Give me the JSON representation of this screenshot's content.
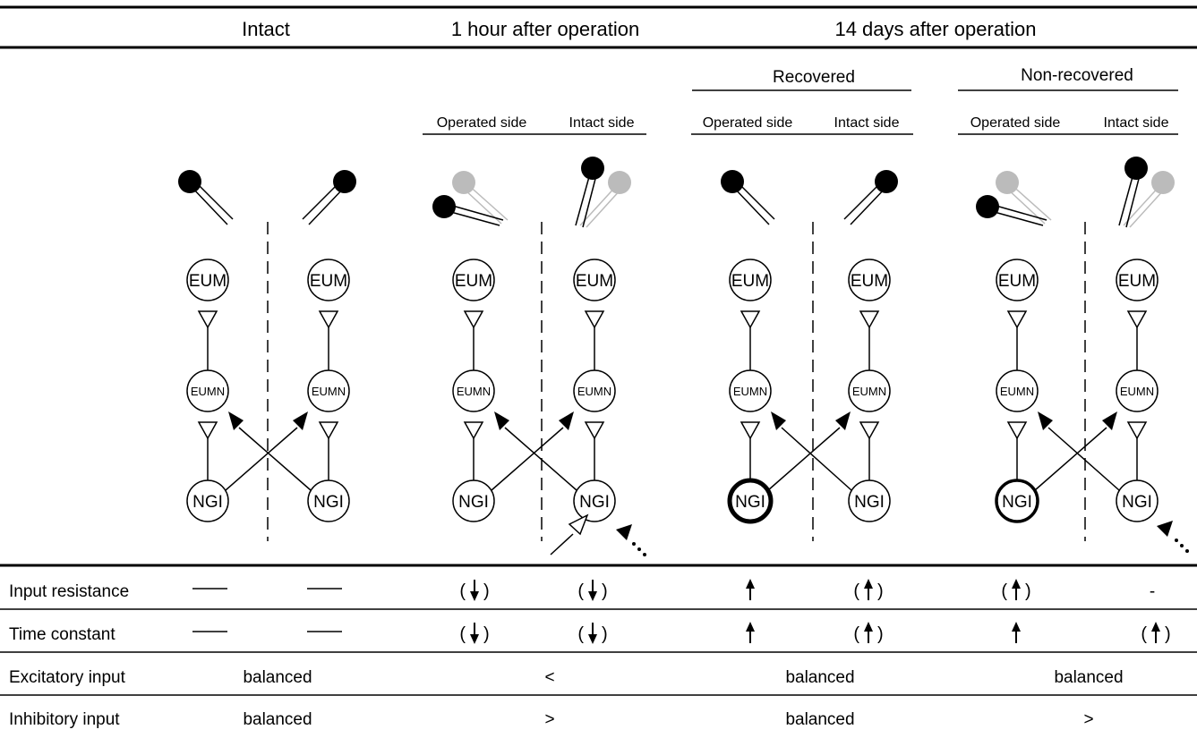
{
  "headers": {
    "intact": "Intact",
    "one_hour": "1 hour after operation",
    "fourteen_days": "14 days after operation",
    "recovered": "Recovered",
    "non_recovered": "Non-recovered"
  },
  "subheaders": {
    "h1_operated": "Operated side",
    "h1_intact": "Intact side",
    "rec_operated": "Operated side",
    "rec_intact": "Intact side",
    "non_operated": "Operated side",
    "non_intact": "Intact side"
  },
  "neurons": {
    "eum": "EUM",
    "eumn": "EUMN",
    "ngi": "NGI"
  },
  "table": {
    "rows": [
      {
        "label": "Input resistance"
      },
      {
        "label": "Time constant"
      },
      {
        "label": "Excitatory input"
      },
      {
        "label": "Inhibitory input"
      }
    ],
    "excitatory": {
      "intact": "balanced",
      "one_hour": "<",
      "recovered": "balanced",
      "non_recovered": "balanced"
    },
    "inhibitory": {
      "intact": "balanced",
      "one_hour": ">",
      "recovered": "balanced",
      "non_recovered": ">"
    },
    "non_recovered_intact_resistance": "-"
  },
  "colors": {
    "ink": "#000000",
    "ghost": "#bbbbbb"
  }
}
